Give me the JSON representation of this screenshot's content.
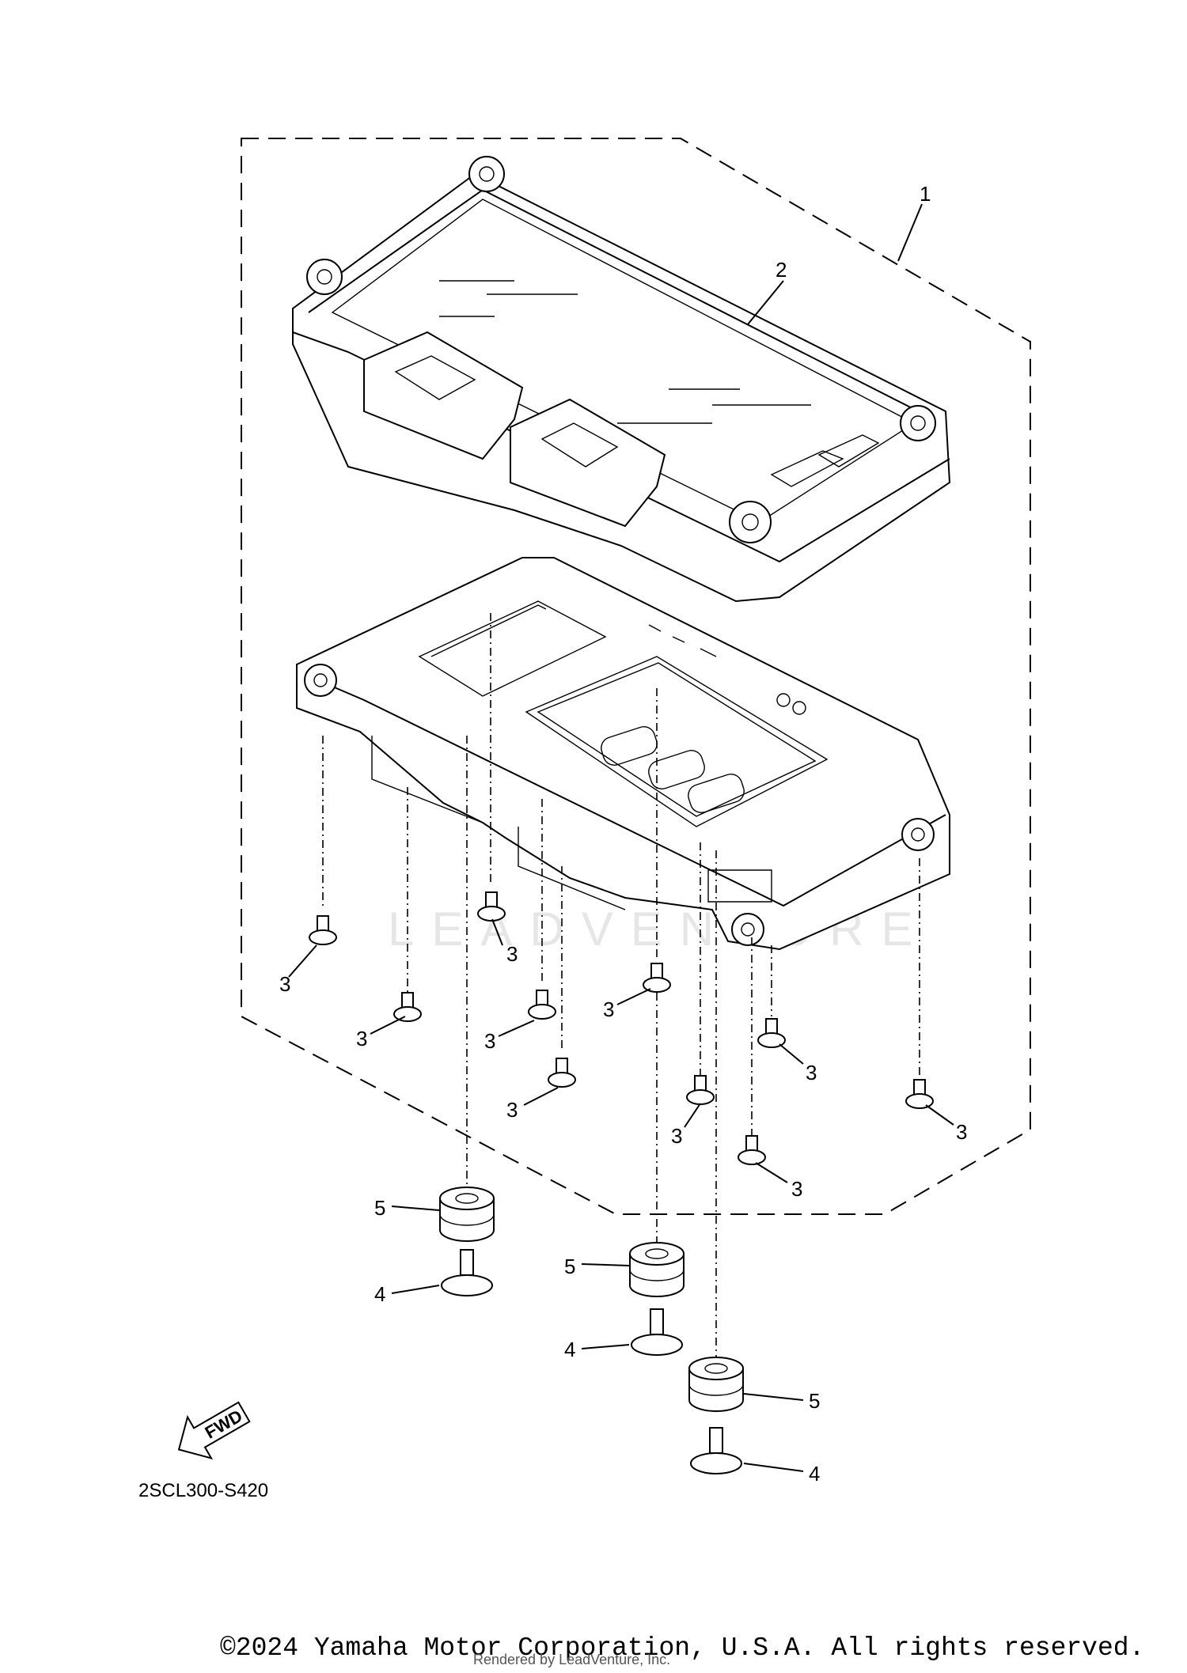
{
  "diagram_code": "2SCL300-S420",
  "fwd_label": "FWD",
  "watermark": "LEADVENTURE",
  "rendered_by": "Rendered by LeadVenture, Inc.",
  "copyright": "©2024 Yamaha Motor Corporation, U.S.A. All rights reserved.",
  "callouts": {
    "p1": "1",
    "p2": "2",
    "p3": "3",
    "p4": "4",
    "p5": "5"
  }
}
